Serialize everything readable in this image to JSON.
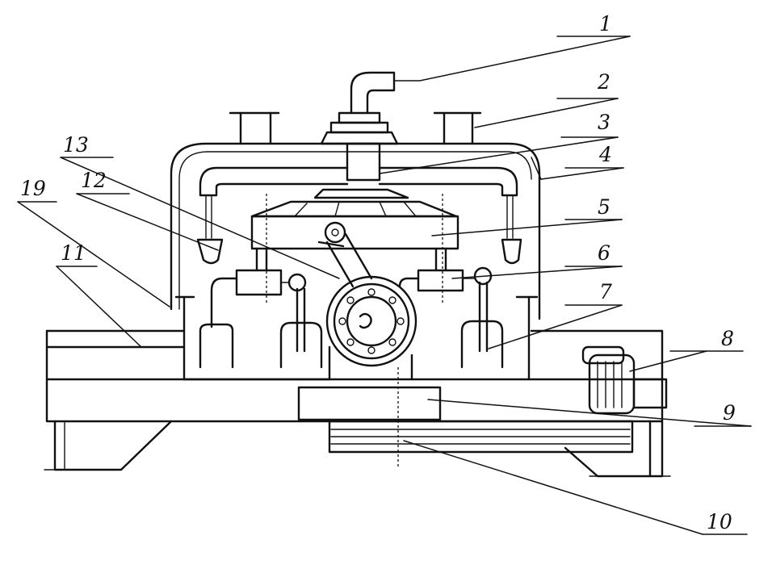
{
  "callouts": [
    {
      "id": "1",
      "label": "1"
    },
    {
      "id": "2",
      "label": "2"
    },
    {
      "id": "3",
      "label": "3"
    },
    {
      "id": "4",
      "label": "4"
    },
    {
      "id": "5",
      "label": "5"
    },
    {
      "id": "6",
      "label": "6"
    },
    {
      "id": "7",
      "label": "7"
    },
    {
      "id": "8",
      "label": "8"
    },
    {
      "id": "9",
      "label": "9"
    },
    {
      "id": "10",
      "label": "10"
    },
    {
      "id": "11",
      "label": "11"
    },
    {
      "id": "12",
      "label": "12"
    },
    {
      "id": "13",
      "label": "13"
    },
    {
      "id": "19",
      "label": "19"
    }
  ]
}
